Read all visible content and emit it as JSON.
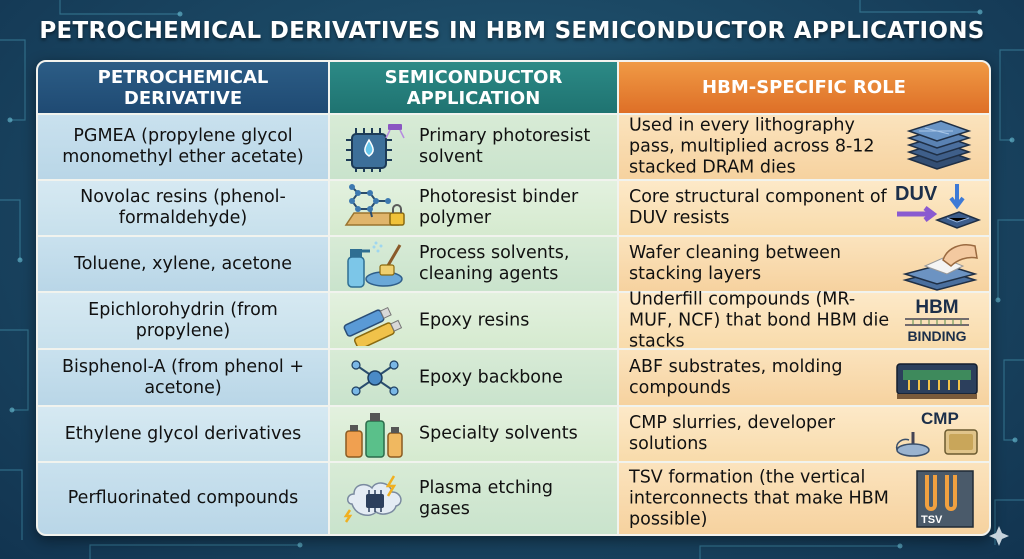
{
  "title": "PETROCHEMICAL DERIVATIVES IN HBM SEMICONDUCTOR APPLICATIONS",
  "headers": {
    "derivative": "PETROCHEMICAL DERIVATIVE",
    "application": "SEMICONDUCTOR APPLICATION",
    "role": "HBM-SPECIFIC ROLE"
  },
  "rows": [
    {
      "derivative": "PGMEA (propylene glycol monomethyl ether acetate)",
      "application": "Primary photoresist solvent",
      "role": "Used in every lithography pass, multiplied across 8-12 stacked DRAM dies",
      "app_icon": "photoresist-chip-icon",
      "role_icon": "stacked-dies-icon"
    },
    {
      "derivative": "Novolac resins (phenol-formaldehyde)",
      "application": "Photoresist binder polymer",
      "role": "Core structural component of DUV resists",
      "app_icon": "molecule-lock-icon",
      "role_icon": "duv-icon",
      "role_icon_label": "DUV"
    },
    {
      "derivative": "Toluene, xylene, acetone",
      "application": "Process solvents, cleaning agents",
      "role": "Wafer cleaning between stacking layers",
      "app_icon": "spray-brush-icon",
      "role_icon": "wafer-cleaning-icon"
    },
    {
      "derivative": "Epichlorohydrin (from propylene)",
      "application": "Epoxy resins",
      "role": "Underfill compounds (MR-MUF, NCF) that bond HBM die stacks",
      "app_icon": "epoxy-tubes-icon",
      "role_icon": "hbm-binding-icon",
      "role_icon_label_top": "HBM",
      "role_icon_label_bottom": "BINDING"
    },
    {
      "derivative": "Bisphenol-A (from phenol + acetone)",
      "application": "Epoxy backbone",
      "role": "ABF substrates, molding compounds",
      "app_icon": "molecule-icon",
      "role_icon": "substrate-icon"
    },
    {
      "derivative": "Ethylene glycol derivatives",
      "application": "Specialty solvents",
      "role": "CMP slurries, developer solutions",
      "app_icon": "bottles-icon",
      "role_icon": "cmp-icon",
      "role_icon_label": "CMP"
    },
    {
      "derivative": "Perfluorinated compounds",
      "application": "Plasma etching gases",
      "role": "TSV formation (the vertical interconnects that make HBM possible)",
      "app_icon": "plasma-chip-icon",
      "role_icon": "tsv-icon",
      "role_icon_label": "TSV"
    }
  ],
  "colors": {
    "header_derivative": "#1f4a73",
    "header_application": "#1f7371",
    "header_role": "#de6f27",
    "background": "#1c4a66"
  }
}
